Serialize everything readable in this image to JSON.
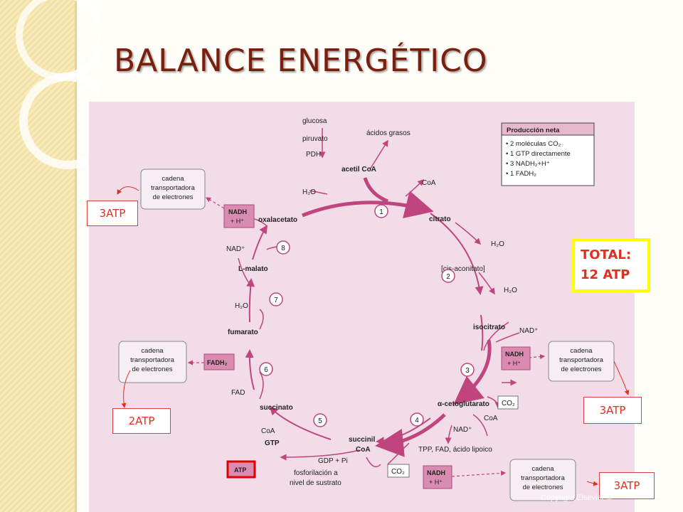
{
  "title": "BALANCE ENERGÉTICO",
  "total": {
    "line1": "TOTAL:",
    "line2": "12 ATP"
  },
  "callouts": {
    "atp_top_left": "3ATP",
    "atp_bottom_left": "2ATP",
    "atp_right_mid": "3ATP",
    "atp_right_bottom": "3ATP"
  },
  "diagram": {
    "top_inputs": {
      "glucosa": "glucosa",
      "piruvato": "piruvato",
      "pdh": "PDH",
      "acidos": "ácidos grasos",
      "acetil": "acetil CoA"
    },
    "metabolites": {
      "citrato": "citrato",
      "cis_aconitato": "[cis-aconitato]",
      "isocitrato": "isocitrato",
      "cetoglutarato": "α-cetoglutarato",
      "succinil1": "succinil",
      "succinil2": "CoA",
      "succinato": "succinato",
      "fumarato": "fumarato",
      "malato": "L-malato",
      "oxalacetato": "oxalacetato"
    },
    "side": {
      "h2o_1": "H₂O",
      "coa_1": "CoA",
      "h2o_2": "H₂O",
      "h2o_3": "H₂O",
      "nad_1": "NAD⁺",
      "co2_1": "CO₂",
      "coa_2": "CoA",
      "nad_2": "NAD⁺",
      "cofactors": "TPP, FAD, ácido lipoico",
      "co2_2": "CO₂",
      "gdp": "GDP + Pi",
      "gtp": "GTP",
      "coa_3": "CoA",
      "fosf1": "fosforilación a",
      "fosf2": "nivel de sustrato",
      "fad": "FAD",
      "h2o_4": "H₂O",
      "nad_3": "NAD⁺"
    },
    "cofactor_boxes": {
      "nadh_top_1": "NADH",
      "nadh_top_2": "+ H⁺",
      "nadh_mid_1": "NADH",
      "nadh_mid_2": "+ H⁺",
      "nadh_bot_1": "NADH",
      "nadh_bot_2": "+ H⁺",
      "fadh2": "FADH₂",
      "atp": "ATP"
    },
    "chain_boxes": {
      "line1": "cadena",
      "line2": "transportadora",
      "line3": "de electrones"
    },
    "steps": [
      "1",
      "2",
      "3",
      "4",
      "5",
      "6",
      "7",
      "8"
    ],
    "net": {
      "header": "Producción neta",
      "items": [
        "• 2 moléculas CO₂",
        "• 1 GTP directamente",
        "• 3 NADH₂+H⁺",
        "• 1 FADH₂"
      ]
    },
    "copyright": "Copyright Elsevier ©"
  },
  "colors": {
    "title": "#7a1e0e",
    "panel": "#f2dce8",
    "cycle_arrow": "#c0457e",
    "callout_text": "#e03020",
    "total_border": "#ffff00",
    "highlight": "#e00000"
  }
}
